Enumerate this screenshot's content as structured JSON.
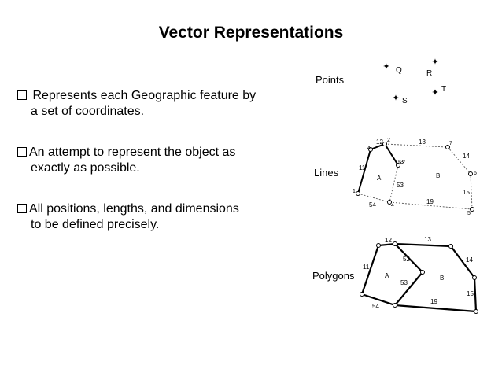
{
  "title": "Vector Representations",
  "bullets": [
    {
      "line1": " Represents each Geographic feature by",
      "line2": "a set of coordinates."
    },
    {
      "line1": "An attempt to represent the object as",
      "line2": "exactly as possible."
    },
    {
      "line1": "All positions, lengths, and dimensions",
      "line2": "to be defined precisely."
    }
  ],
  "figure": {
    "points_label": "Points",
    "lines_label": "Lines",
    "polygons_label": "Polygons",
    "point_names": [
      "Q",
      "R",
      "S",
      "T"
    ],
    "lines_nodes": [
      "1",
      "2",
      "3",
      "4",
      "5",
      "6",
      "7"
    ],
    "lines_arcs": [
      "11",
      "12",
      "13",
      "14",
      "15",
      "19",
      "52",
      "53",
      "54"
    ],
    "lines_areas": [
      "A",
      "B"
    ],
    "polygon_arcs": [
      "11",
      "12",
      "13",
      "14",
      "15",
      "19",
      "52",
      "53",
      "54"
    ],
    "polygon_areas": [
      "A",
      "B"
    ]
  },
  "colors": {
    "text": "#000000",
    "background": "#ffffff",
    "dotted_line": "#666666"
  }
}
